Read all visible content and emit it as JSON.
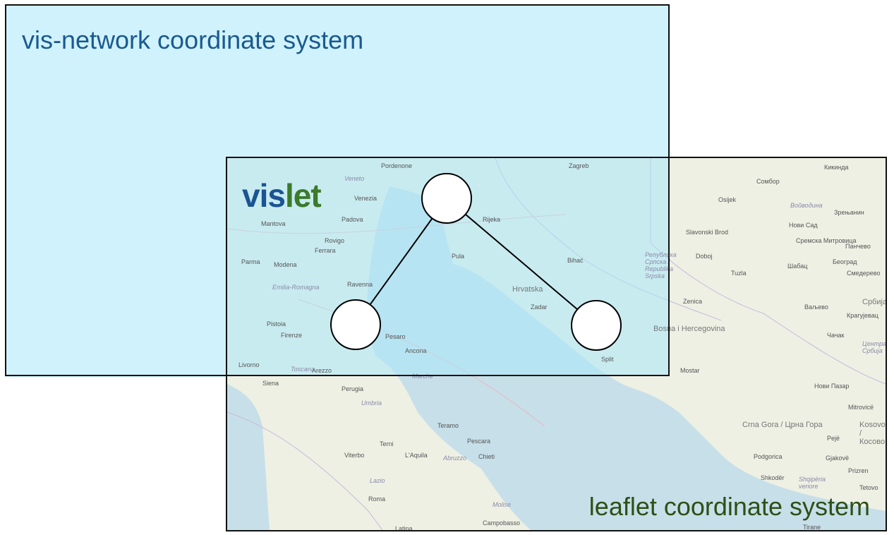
{
  "vis_title": "vis-network coordinate system",
  "leaflet_title": "leaflet coordinate system",
  "logo": {
    "part1": "vis",
    "part2": "let",
    "color1": "#1b5494",
    "color2": "#3b7a2a"
  },
  "map_labels": {
    "cities": [
      "Pordenone",
      "Venezia",
      "Padova",
      "Mantova",
      "Rovigo",
      "Ferrara",
      "Parma",
      "Modena",
      "Ravenna",
      "Pistoia",
      "Firenze",
      "Livorno",
      "Arezzo",
      "Pesaro",
      "Ancona",
      "Siena",
      "Perugia",
      "Teramo",
      "Pescara",
      "Terni",
      "Viterbo",
      "L'Aquila",
      "Chieti",
      "Roma",
      "Campobasso",
      "Latina",
      "Zagreb",
      "Rijeka",
      "Pula",
      "Bihać",
      "Zadar",
      "Split",
      "Osijek",
      "Slavonski Brod",
      "Doboj",
      "Tuzla",
      "Zenica",
      "Mostar",
      "Нови Сад",
      "Сомбор",
      "Кикинда",
      "Зрењанин",
      "Сремска Митровица",
      "Панчево",
      "Шабац",
      "Београд",
      "Смедерево",
      "Ваљево",
      "Крагујевац",
      "Чачак",
      "Нови Пазар",
      "Mitrovicë",
      "Podgorica",
      "Shkodër",
      "Pejë",
      "Gjakovë",
      "Prizren",
      "Tirane",
      "Tetovo"
    ],
    "regions": [
      "Veneto",
      "Emilia-Romagna",
      "Toscana",
      "Umbria",
      "Abruzzo",
      "Lazio",
      "Molise",
      "Marche",
      "Войводина",
      "Република Српска / Republika Srpska",
      "Централна Србија",
      "Shqipëria veriore"
    ],
    "countries": [
      "Hrvatska",
      "Bosna i Hercegovina",
      "Србија",
      "Crna Gora / Црна Гора",
      "Kosovo / Косово"
    ]
  }
}
